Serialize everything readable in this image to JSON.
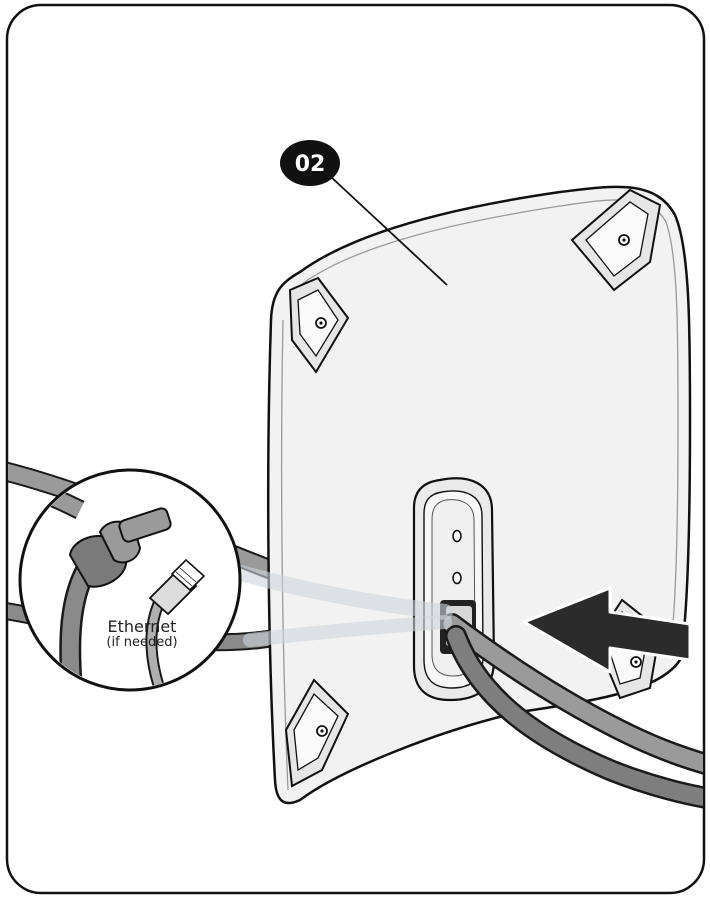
{
  "step": {
    "number": "02"
  },
  "callout": {
    "title": "Ethernet",
    "note": "(if needed)"
  },
  "colors": {
    "outline": "#111111",
    "panel": "#f2f2f2",
    "cable": "#8c8c8c",
    "cable_dark": "#5a5a5a",
    "arrow": "#2b2b2b",
    "badge": "#111111"
  },
  "icons": {
    "step_badge": "number-badge-icon",
    "arrow": "direction-arrow-icon",
    "ethernet": "ethernet-connector-icon",
    "power": "power-plug-icon"
  }
}
